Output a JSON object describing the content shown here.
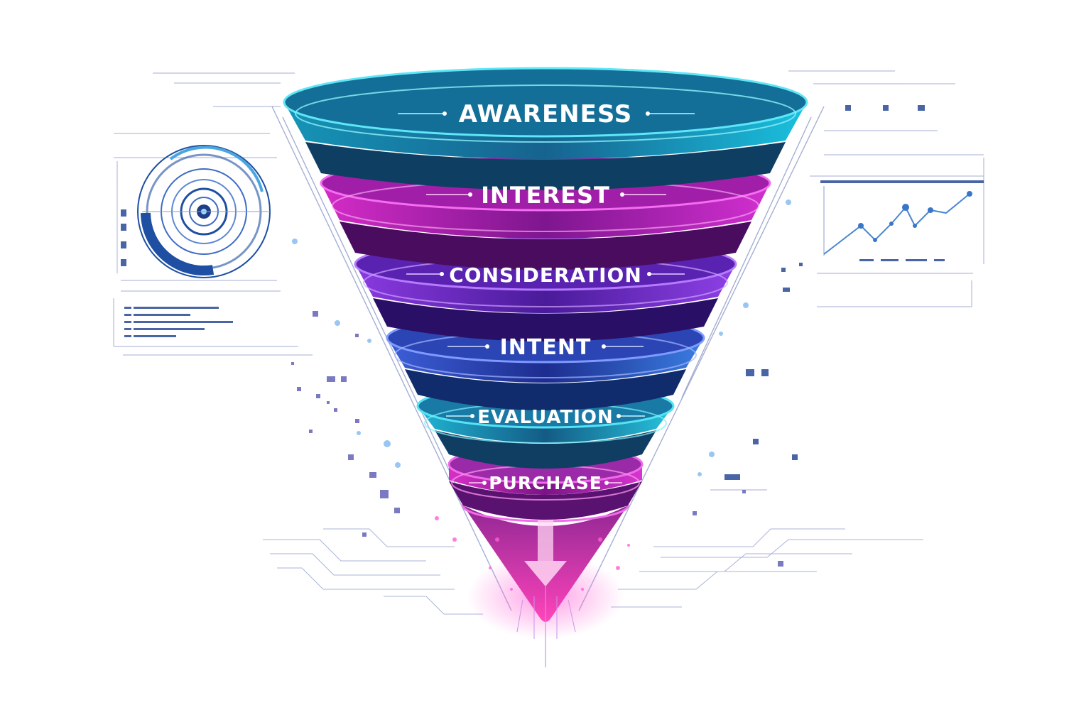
{
  "funnel": {
    "stages": [
      {
        "label": "AWARENESS",
        "color": "#1f93b8",
        "rim_color": "#5fe6f7"
      },
      {
        "label": "INTEREST",
        "color": "#b21eb0",
        "rim_color": "#f56df0"
      },
      {
        "label": "CONSIDERATION",
        "color": "#6a25c2",
        "rim_color": "#b57bff"
      },
      {
        "label": "INTENT",
        "color": "#2f4bc1",
        "rim_color": "#7f9bff"
      },
      {
        "label": "EVALUATION",
        "color": "#1b8cb4",
        "rim_color": "#54e3f4"
      },
      {
        "label": "PURCHASE",
        "color": "#a51ca8",
        "rim_color": "#f06be9"
      }
    ],
    "tip_color": "#e834c9",
    "arrow_icon": "down-arrow-icon"
  },
  "decor": {
    "left_gauge_icon": "radial-target-icon",
    "right_chart_icon": "trend-line-chart-icon",
    "accent_blue": "#1e4fa2",
    "accent_purple": "#7b4ae0",
    "line_color": "#8e9bc9"
  }
}
